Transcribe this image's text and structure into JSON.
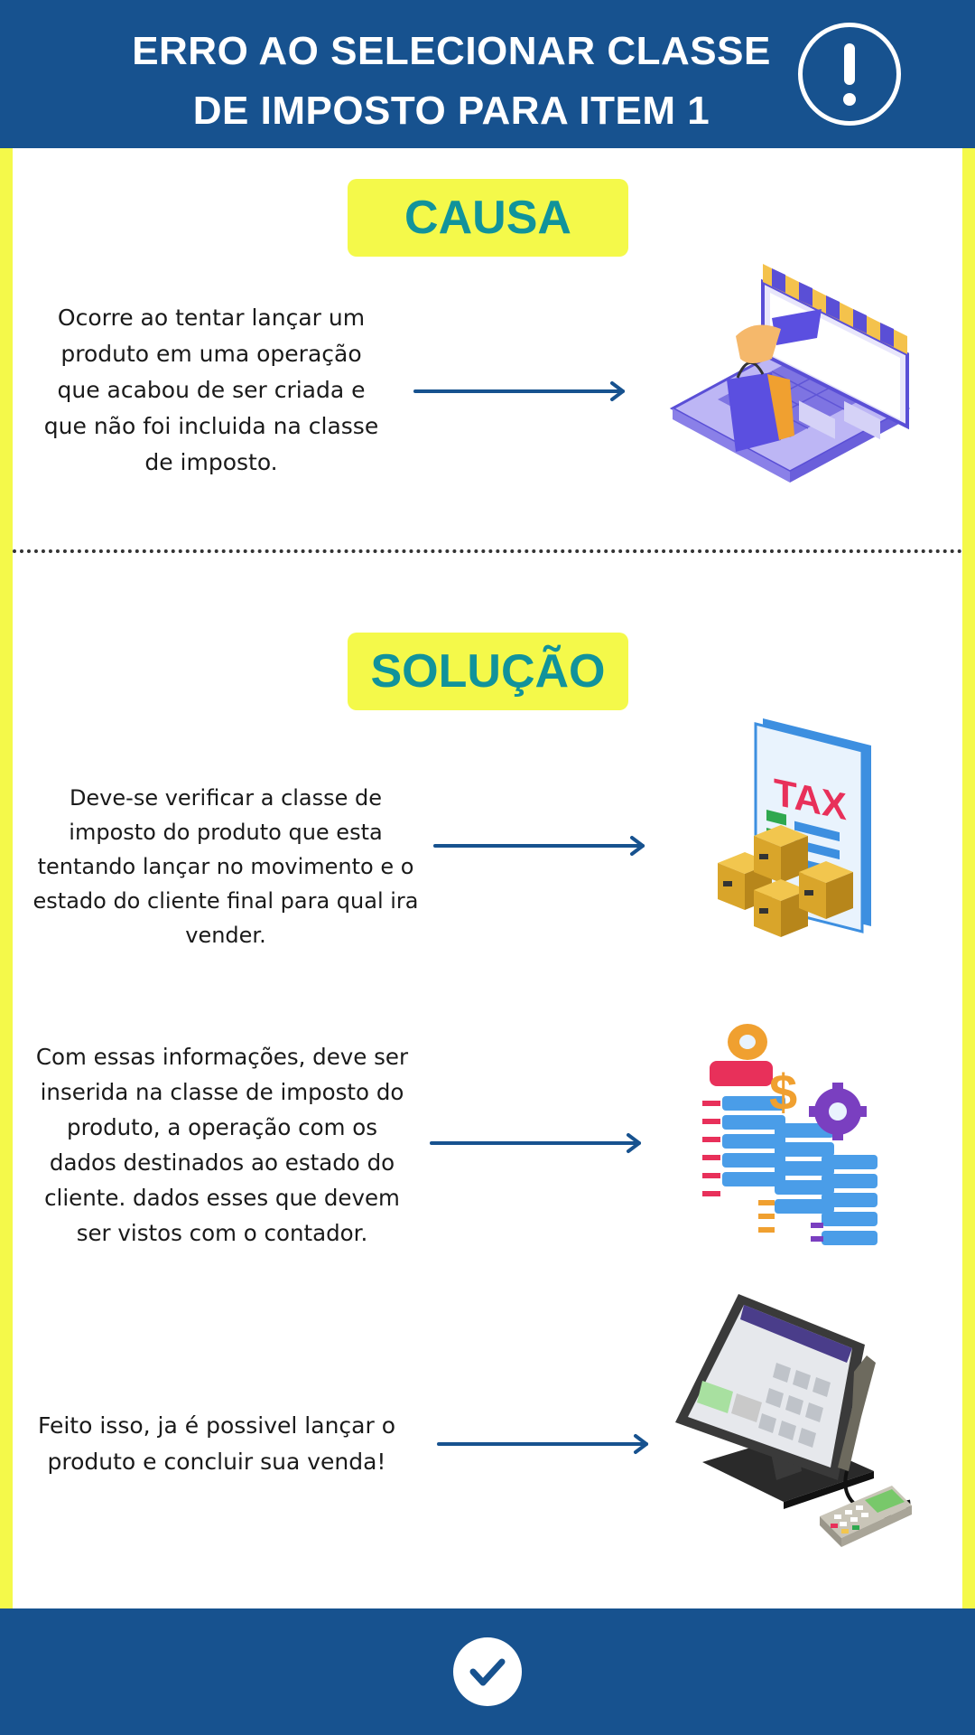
{
  "header": {
    "title_line1": "ERRO AO SELECIONAR CLASSE",
    "title_line2": "DE IMPOSTO PARA ITEM 1",
    "alert_icon": "exclamation-circle-icon"
  },
  "causa": {
    "label": "CAUSA",
    "text_lines": [
      "Ocorre ao tentar lançar um",
      "produto em uma operação",
      "que acabou de ser criada e",
      "que não foi incluida na classe",
      "de imposto."
    ],
    "illustration": "online-shopping-laptop-icon"
  },
  "solucao": {
    "label": "SOLUÇÃO",
    "steps": [
      {
        "text_lines": [
          "Deve-se verificar a classe de",
          "imposto do produto que esta",
          "tentando lançar no movimento e o",
          "estado do cliente final para qual ira",
          "vender."
        ],
        "illustration": "tax-document-boxes-icon",
        "illustration_text": "TAX"
      },
      {
        "text_lines": [
          "Com essas informações, deve ser",
          "inserida na classe de imposto do",
          "produto, a operação com os",
          "dados destinados ao estado do",
          "cliente. dados esses que devem",
          "ser vistos com o contador."
        ],
        "illustration": "data-settings-icon"
      },
      {
        "text_lines": [
          "Feito isso, ja é possivel lançar o",
          "produto e concluir sua venda!"
        ],
        "illustration": "pos-terminal-icon"
      }
    ]
  },
  "footer": {
    "check_icon": "check-circle-icon"
  },
  "colors": {
    "navy": "#17528f",
    "yellow": "#f4f94a",
    "teal": "#11939b"
  }
}
